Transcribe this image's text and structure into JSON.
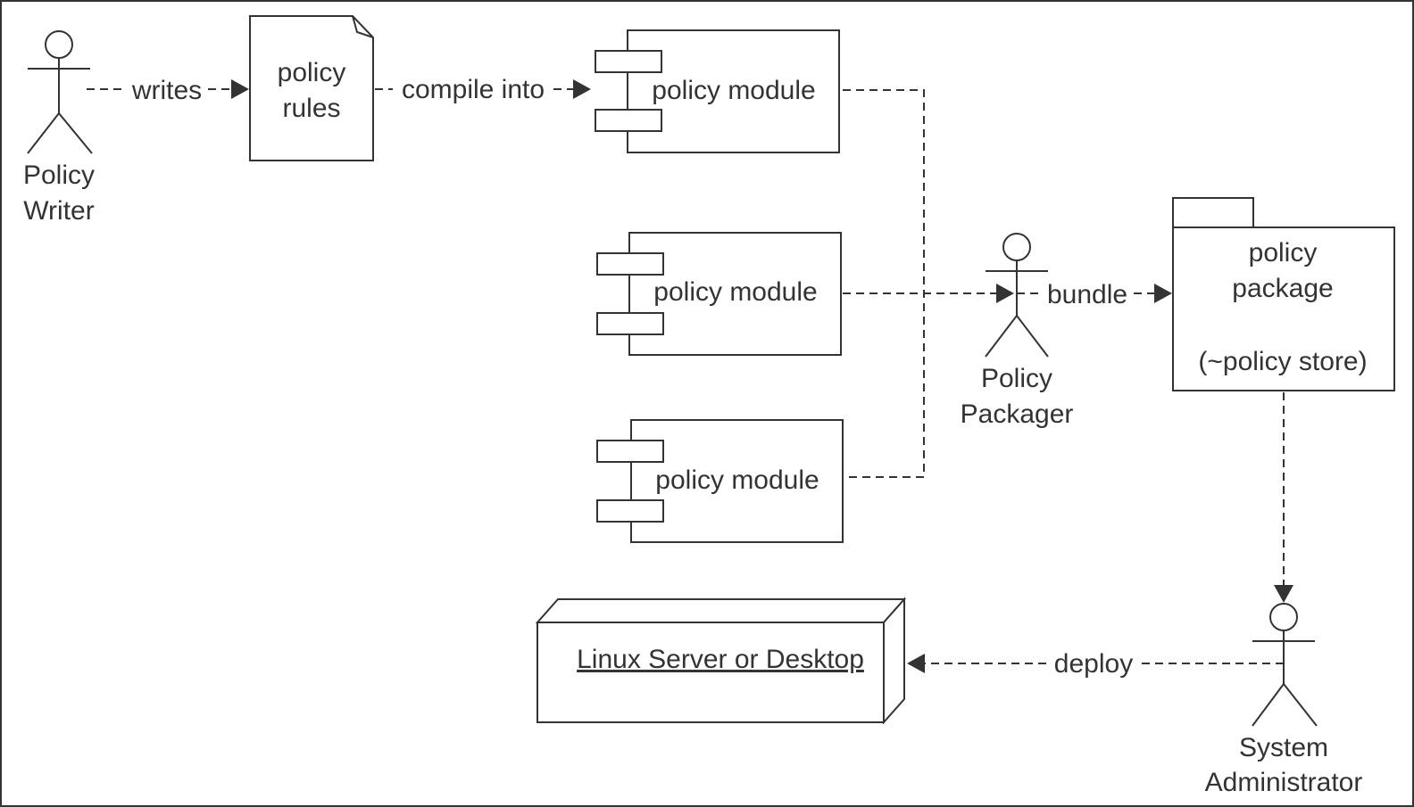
{
  "actors": {
    "writer": {
      "lines": [
        "Policy",
        "Writer"
      ]
    },
    "packager": {
      "lines": [
        "Policy",
        "Packager"
      ]
    },
    "admin": {
      "lines": [
        "System",
        "Administrator"
      ]
    }
  },
  "artifact": {
    "lines": [
      "policy",
      "rules"
    ]
  },
  "modules": [
    {
      "label": "policy module"
    },
    {
      "label": "policy module"
    },
    {
      "label": "policy module"
    }
  ],
  "package": {
    "lines": [
      "policy",
      "package",
      "(~policy store)"
    ]
  },
  "node": {
    "label": "Linux Server or Desktop"
  },
  "edges": {
    "writes": "writes",
    "compile": "compile into",
    "bundle": "bundle",
    "deploy": "deploy"
  }
}
